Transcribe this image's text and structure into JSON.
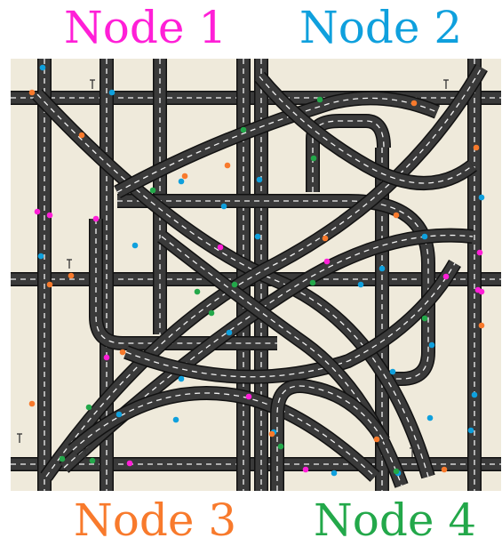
{
  "labels": {
    "node1": "Node 1",
    "node2": "Node 2",
    "node3": "Node 3",
    "node4": "Node 4"
  },
  "colors": {
    "node1": "#ff1fd7",
    "node2": "#0fa0dd",
    "node3": "#f87a2c",
    "node4": "#23a84a",
    "background": "#efeadb",
    "road": "#3a3a3a",
    "road_edge": "#111111",
    "lane_mark": "#f2f2f2"
  }
}
